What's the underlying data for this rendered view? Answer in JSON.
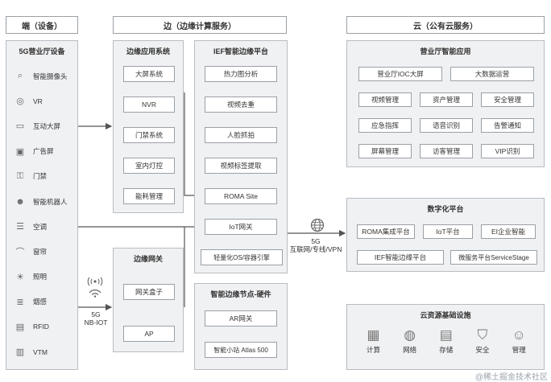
{
  "columns": {
    "device": "端（设备）",
    "edge": "边（边缘计算服务）",
    "cloud": "云（公有云服务）"
  },
  "devices": {
    "title": "5G营业厅设备",
    "items": [
      {
        "label": "智能摄像头",
        "icon": "camera-icon"
      },
      {
        "label": "VR",
        "icon": "vr-headset-icon"
      },
      {
        "label": "互动大屏",
        "icon": "screen-icon"
      },
      {
        "label": "广告屏",
        "icon": "ad-display-icon"
      },
      {
        "label": "门禁",
        "icon": "door-access-icon"
      },
      {
        "label": "智能机器人",
        "icon": "robot-icon"
      },
      {
        "label": "空调",
        "icon": "air-conditioner-icon"
      },
      {
        "label": "窗帘",
        "icon": "curtain-icon"
      },
      {
        "label": "照明",
        "icon": "light-bulb-icon"
      },
      {
        "label": "烟感",
        "icon": "smoke-detector-icon"
      },
      {
        "label": "RFID",
        "icon": "rfid-icon"
      },
      {
        "label": "VTM",
        "icon": "vtm-icon"
      }
    ]
  },
  "edge_app": {
    "title": "边缘应用系统",
    "items": [
      "大屏系统",
      "NVR",
      "门禁系统",
      "室内灯控",
      "能耗管理"
    ]
  },
  "ief": {
    "title": "IEF智能边缘平台",
    "items": [
      "热力图分析",
      "视频去重",
      "人脸抓拍",
      "视频标签提取",
      "ROMA Site",
      "IoT网关",
      "轻量化OS/容器引擎"
    ]
  },
  "gateway": {
    "title": "边缘网关",
    "items": [
      "网关盒子",
      "AP"
    ]
  },
  "edge_node": {
    "title": "智能边缘节点-硬件",
    "items": [
      "AR网关",
      "智能小站 Atlas 500"
    ]
  },
  "hall_app": {
    "title": "营业厅智能应用",
    "row1": [
      "营业厅IOC大屏",
      "大数据运营"
    ],
    "grid": [
      "视频管理",
      "资产管理",
      "安全管理",
      "应急指挥",
      "语音识别",
      "告警通知",
      "屏幕管理",
      "访客管理",
      "VIP识别"
    ]
  },
  "digital": {
    "title": "数字化平台",
    "row1": [
      "ROMA集成平台",
      "IoT平台",
      "EI企业智能"
    ],
    "row2": [
      "IEF智能边缘平台",
      "微服务平台ServiceStage"
    ]
  },
  "cloud_infra": {
    "title": "云资源基础设施",
    "items": [
      {
        "label": "计算",
        "icon": "compute-icon"
      },
      {
        "label": "网络",
        "icon": "globe-icon"
      },
      {
        "label": "存储",
        "icon": "storage-icon"
      },
      {
        "label": "安全",
        "icon": "shield-icon"
      },
      {
        "label": "管理",
        "icon": "admin-icon"
      }
    ]
  },
  "links": {
    "net_line1": "5G",
    "net_line2": "互联网/专线/VPN",
    "wifi_line1": "5G",
    "wifi_line2": "NB-IOT"
  },
  "watermark": "@稀土掘金技术社区"
}
